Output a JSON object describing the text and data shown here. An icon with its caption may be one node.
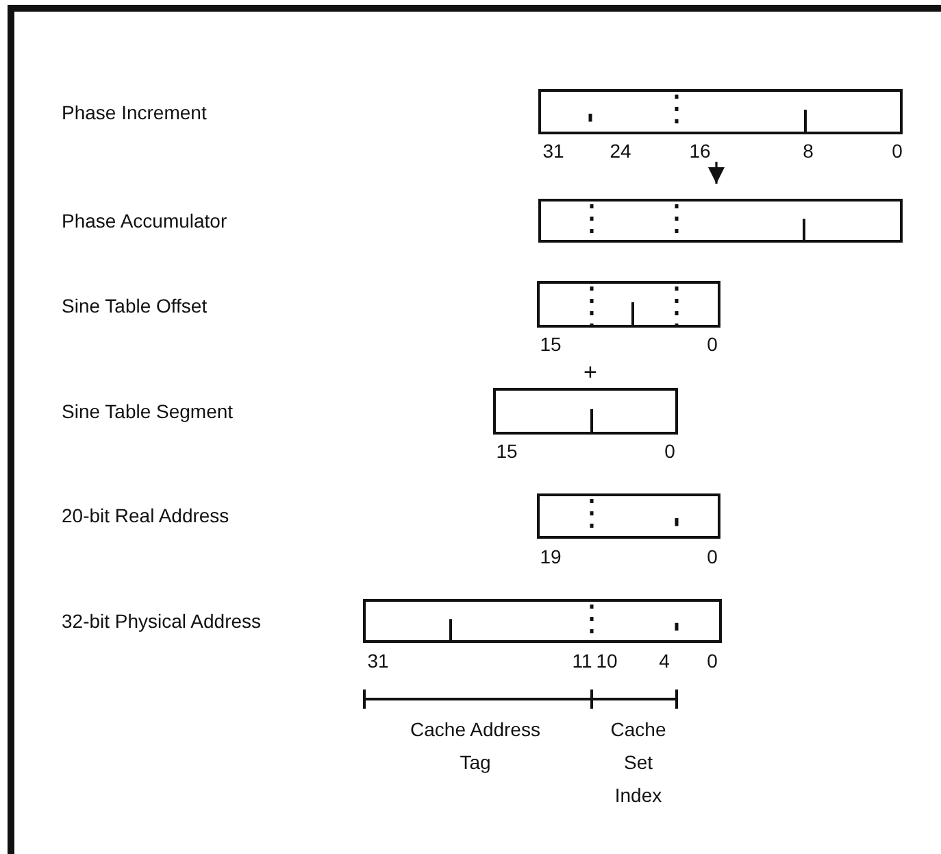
{
  "diagram": {
    "nodes": [
      {
        "text": [],
        "shape": "bar"
      },
      {
        "text": [],
        "shape": "bar"
      },
      {
        "text": [],
        "shape": "bar"
      },
      {
        "text": [],
        "shape": "bar"
      },
      {
        "text": [],
        "shape": "bar"
      },
      {
        "text": [],
        "shape": "bar"
      }
    ],
    "edges": [
      {
        "from": 0,
        "to": 1,
        "arrow": "to"
      }
    ],
    "labels": [
      "Phase Increment",
      "31",
      "24",
      "16",
      "8",
      "0",
      "Phase Accumulator",
      "Sine Table Offset",
      "15",
      "0",
      "+",
      "Sine Table Segment",
      "15",
      "0",
      "20-bit Real Address",
      "19",
      "0",
      "32-bit Physical Address",
      "31",
      "11",
      "10",
      "4",
      "0",
      "Cache Address Tag",
      "Cache Set Index"
    ]
  }
}
